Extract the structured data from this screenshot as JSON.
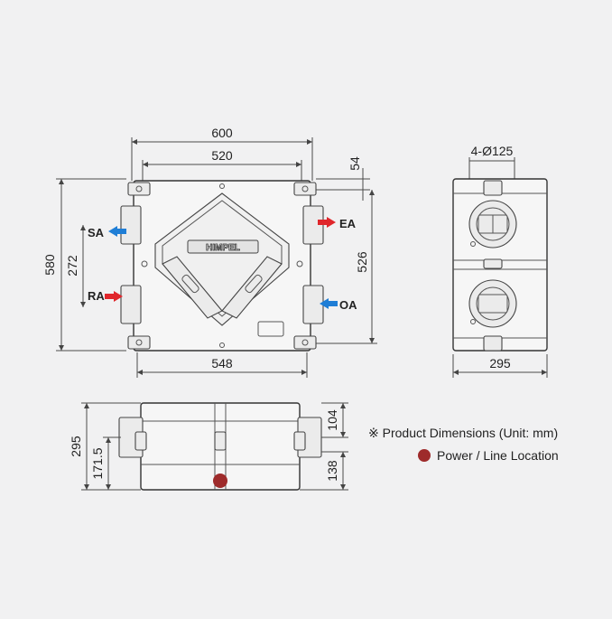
{
  "top_view": {
    "dim_width_outer": "600",
    "dim_width_inner": "520",
    "dim_bottom": "548",
    "dim_height_left": "580",
    "dim_height_inner": "272",
    "dim_height_right": "526",
    "dim_offset": "54",
    "brand": "HIMPEL",
    "ports": {
      "sa": "SA",
      "ra": "RA",
      "ea": "EA",
      "oa": "OA"
    }
  },
  "side_view": {
    "dim_duct": "4-Ø125",
    "dim_width": "295"
  },
  "front_view": {
    "dim_height": "295",
    "dim_center": "171.5",
    "dim_top": "104",
    "dim_bottom": "138"
  },
  "legend": {
    "dimensions_note": "※ Product Dimensions (Unit: mm)",
    "power_location": "Power / Line Location"
  },
  "colors": {
    "arrow_red": "#e0262b",
    "arrow_blue": "#1f7ed6",
    "power_dot": "#9e2b2b"
  }
}
